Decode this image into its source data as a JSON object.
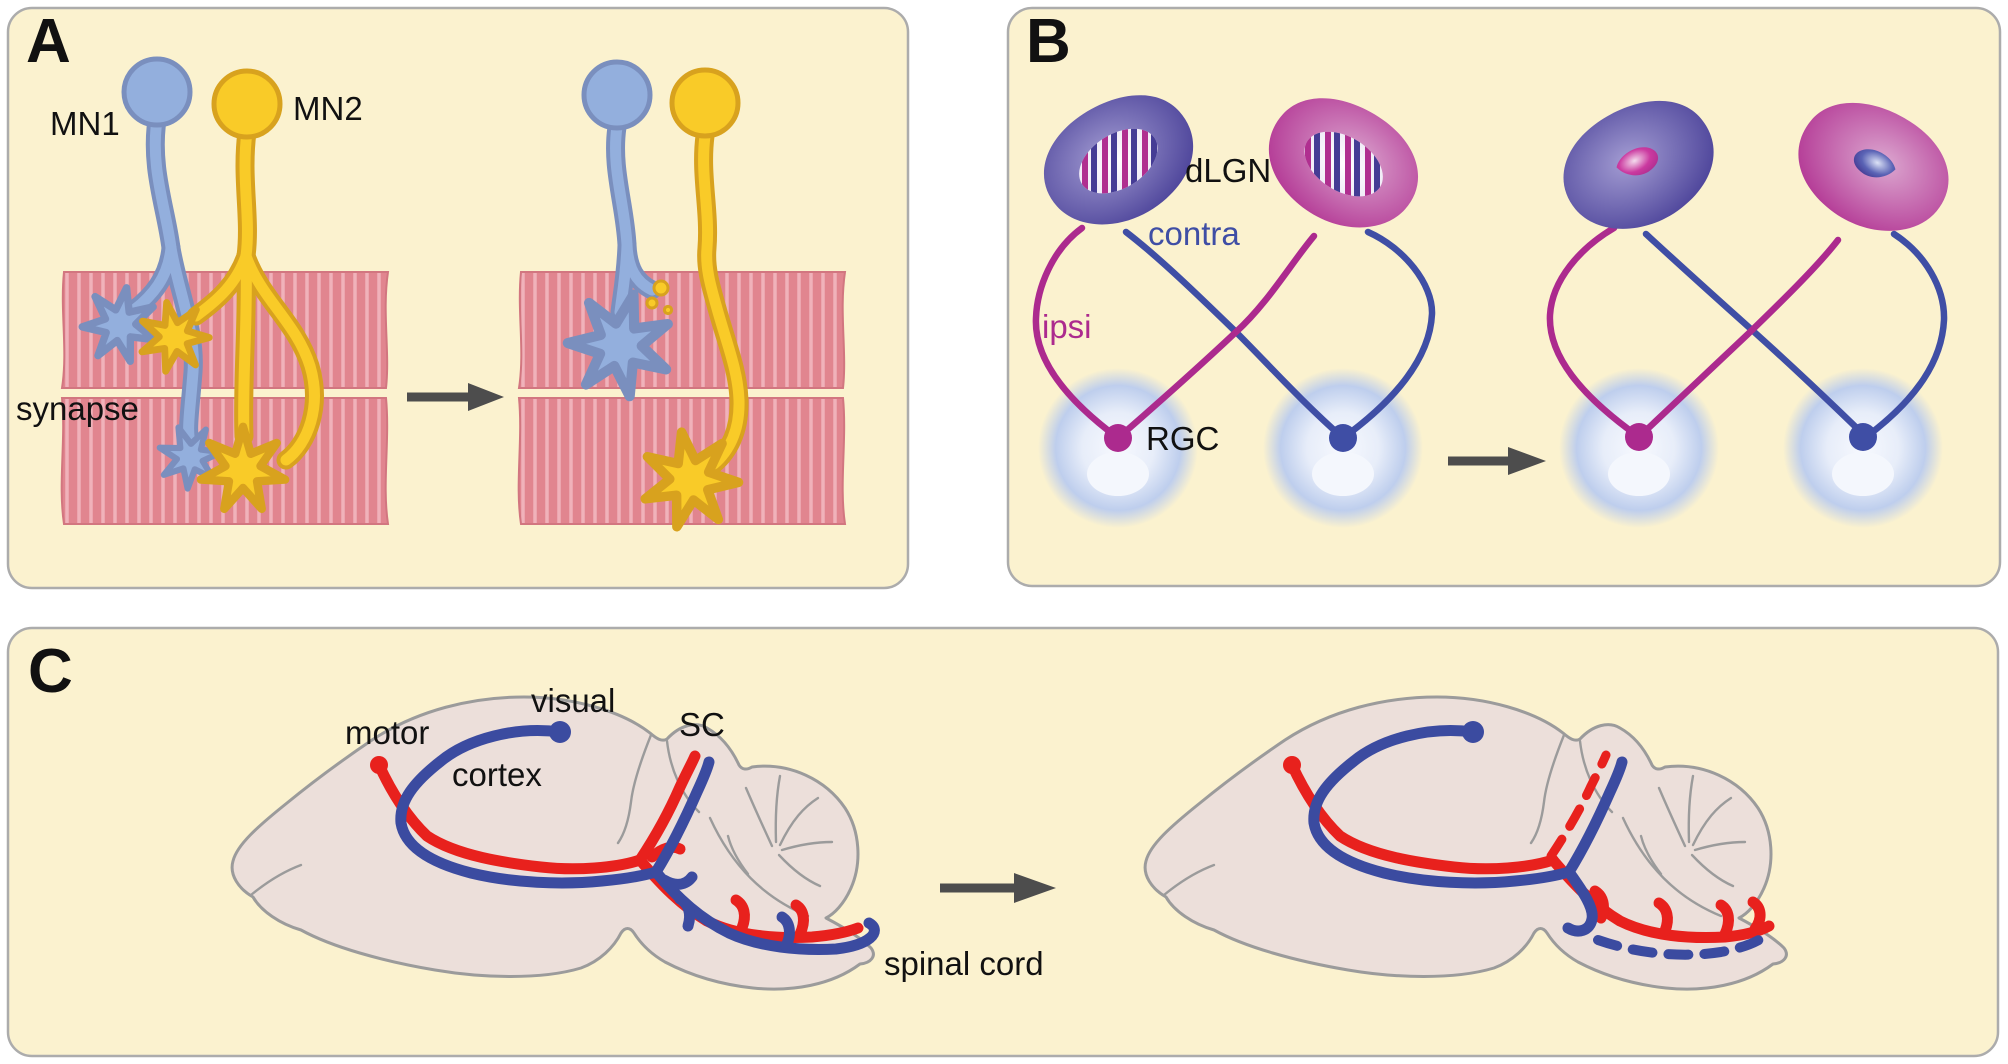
{
  "panels": {
    "a": {
      "letter": "A",
      "mn1": "MN1",
      "mn2": "MN2",
      "synapse": "synapse"
    },
    "b": {
      "letter": "B",
      "dlgn": "dLGN",
      "contra": "contra",
      "ipsi": "ipsi",
      "rgc": "RGC"
    },
    "c": {
      "letter": "C",
      "motor": "motor",
      "visual": "visual",
      "cortex": "cortex",
      "sc": "SC",
      "spinal_cord": "spinal cord"
    }
  },
  "colors": {
    "cream": "#FBF2CF",
    "panel_border": "#ACACAC",
    "text": "#111111",
    "mn_blue": "#93AFDD",
    "mn_blue_dark": "#7A8FBE",
    "mn_yellow": "#F9CB28",
    "mn_yellow_dark": "#D8A21E",
    "muscle": "#E1858F",
    "muscle_stripe": "#F0B2BA",
    "muscle_edge": "#D27680",
    "arrow": "#4D4D4D",
    "dlgn_indigo": "#453C95",
    "dlgn_indigo_light": "#A49DD3",
    "dlgn_magenta": "#B02F90",
    "dlgn_magenta_light": "#DCA8D0",
    "stripe_bg": "#EFEAF6",
    "line_blue": "#3F4EA5",
    "line_magenta": "#AC2A8E",
    "eye_ring": "#BECEED",
    "eye_center": "#F4F7FD",
    "brain_fill": "#ECDFDA",
    "brain_stroke": "#9B9B9B",
    "axon_red": "#E8211D",
    "axon_blue": "#3B4BA0"
  }
}
